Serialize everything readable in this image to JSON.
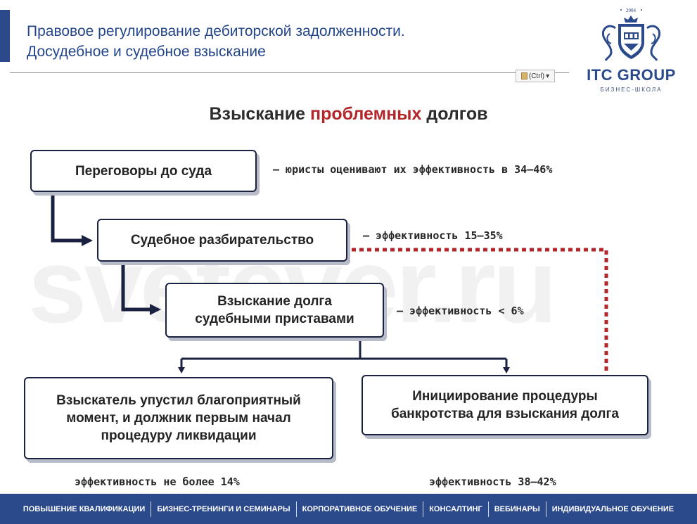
{
  "header": {
    "title_line1": "Правовое регулирование дебиторской задолженности.",
    "title_line2": "Досудебное и судебное взыскание",
    "paste_label": "(Ctrl)",
    "paste_arrow": "▾"
  },
  "logo": {
    "year": "2004",
    "name": "ITC GROUP",
    "subtitle": "БИЗНЕС-ШКОЛА"
  },
  "watermark": "svetever.ru",
  "diagram": {
    "heading_part1": "Взыскание ",
    "heading_highlight": "проблемных",
    "heading_part2": " долгов",
    "boxes": {
      "negotiations": "Переговоры до суда",
      "litigation": "Судебное разбирательство",
      "bailiffs_line1": "Взыскание долга",
      "bailiffs_line2": "судебными приставами",
      "missed_line1": "Взыскатель упустил благоприятный",
      "missed_line2": "момент, и должник первым начал",
      "missed_line3": "процедуру ликвидации",
      "bankruptcy_line1": "Инициирование процедуры",
      "bankruptcy_line2": "банкротства для взыскания долга"
    },
    "notes": {
      "negotiations": "– юристы оценивают их эффективность в 34–46%",
      "litigation": "– эффективность 15–35%",
      "bailiffs": "– эффективность < 6%",
      "missed": "эффективность не более 14%",
      "bankruptcy": "эффективность 38–42%"
    },
    "colors": {
      "dotted_link": "#b3262a",
      "heading_highlight": "#b3262a"
    }
  },
  "footer": {
    "items": [
      "ПОВЫШЕНИЕ КВАЛИФИКАЦИИ",
      "БИЗНЕС-ТРЕНИНГИ И СЕМИНАРЫ",
      "КОРПОРАТИВНОЕ ОБУЧЕНИЕ",
      "КОНСАЛТИНГ",
      "ВЕБИНАРЫ",
      "ИНДИВИДУАЛЬНОЕ ОБУЧЕНИЕ"
    ]
  }
}
